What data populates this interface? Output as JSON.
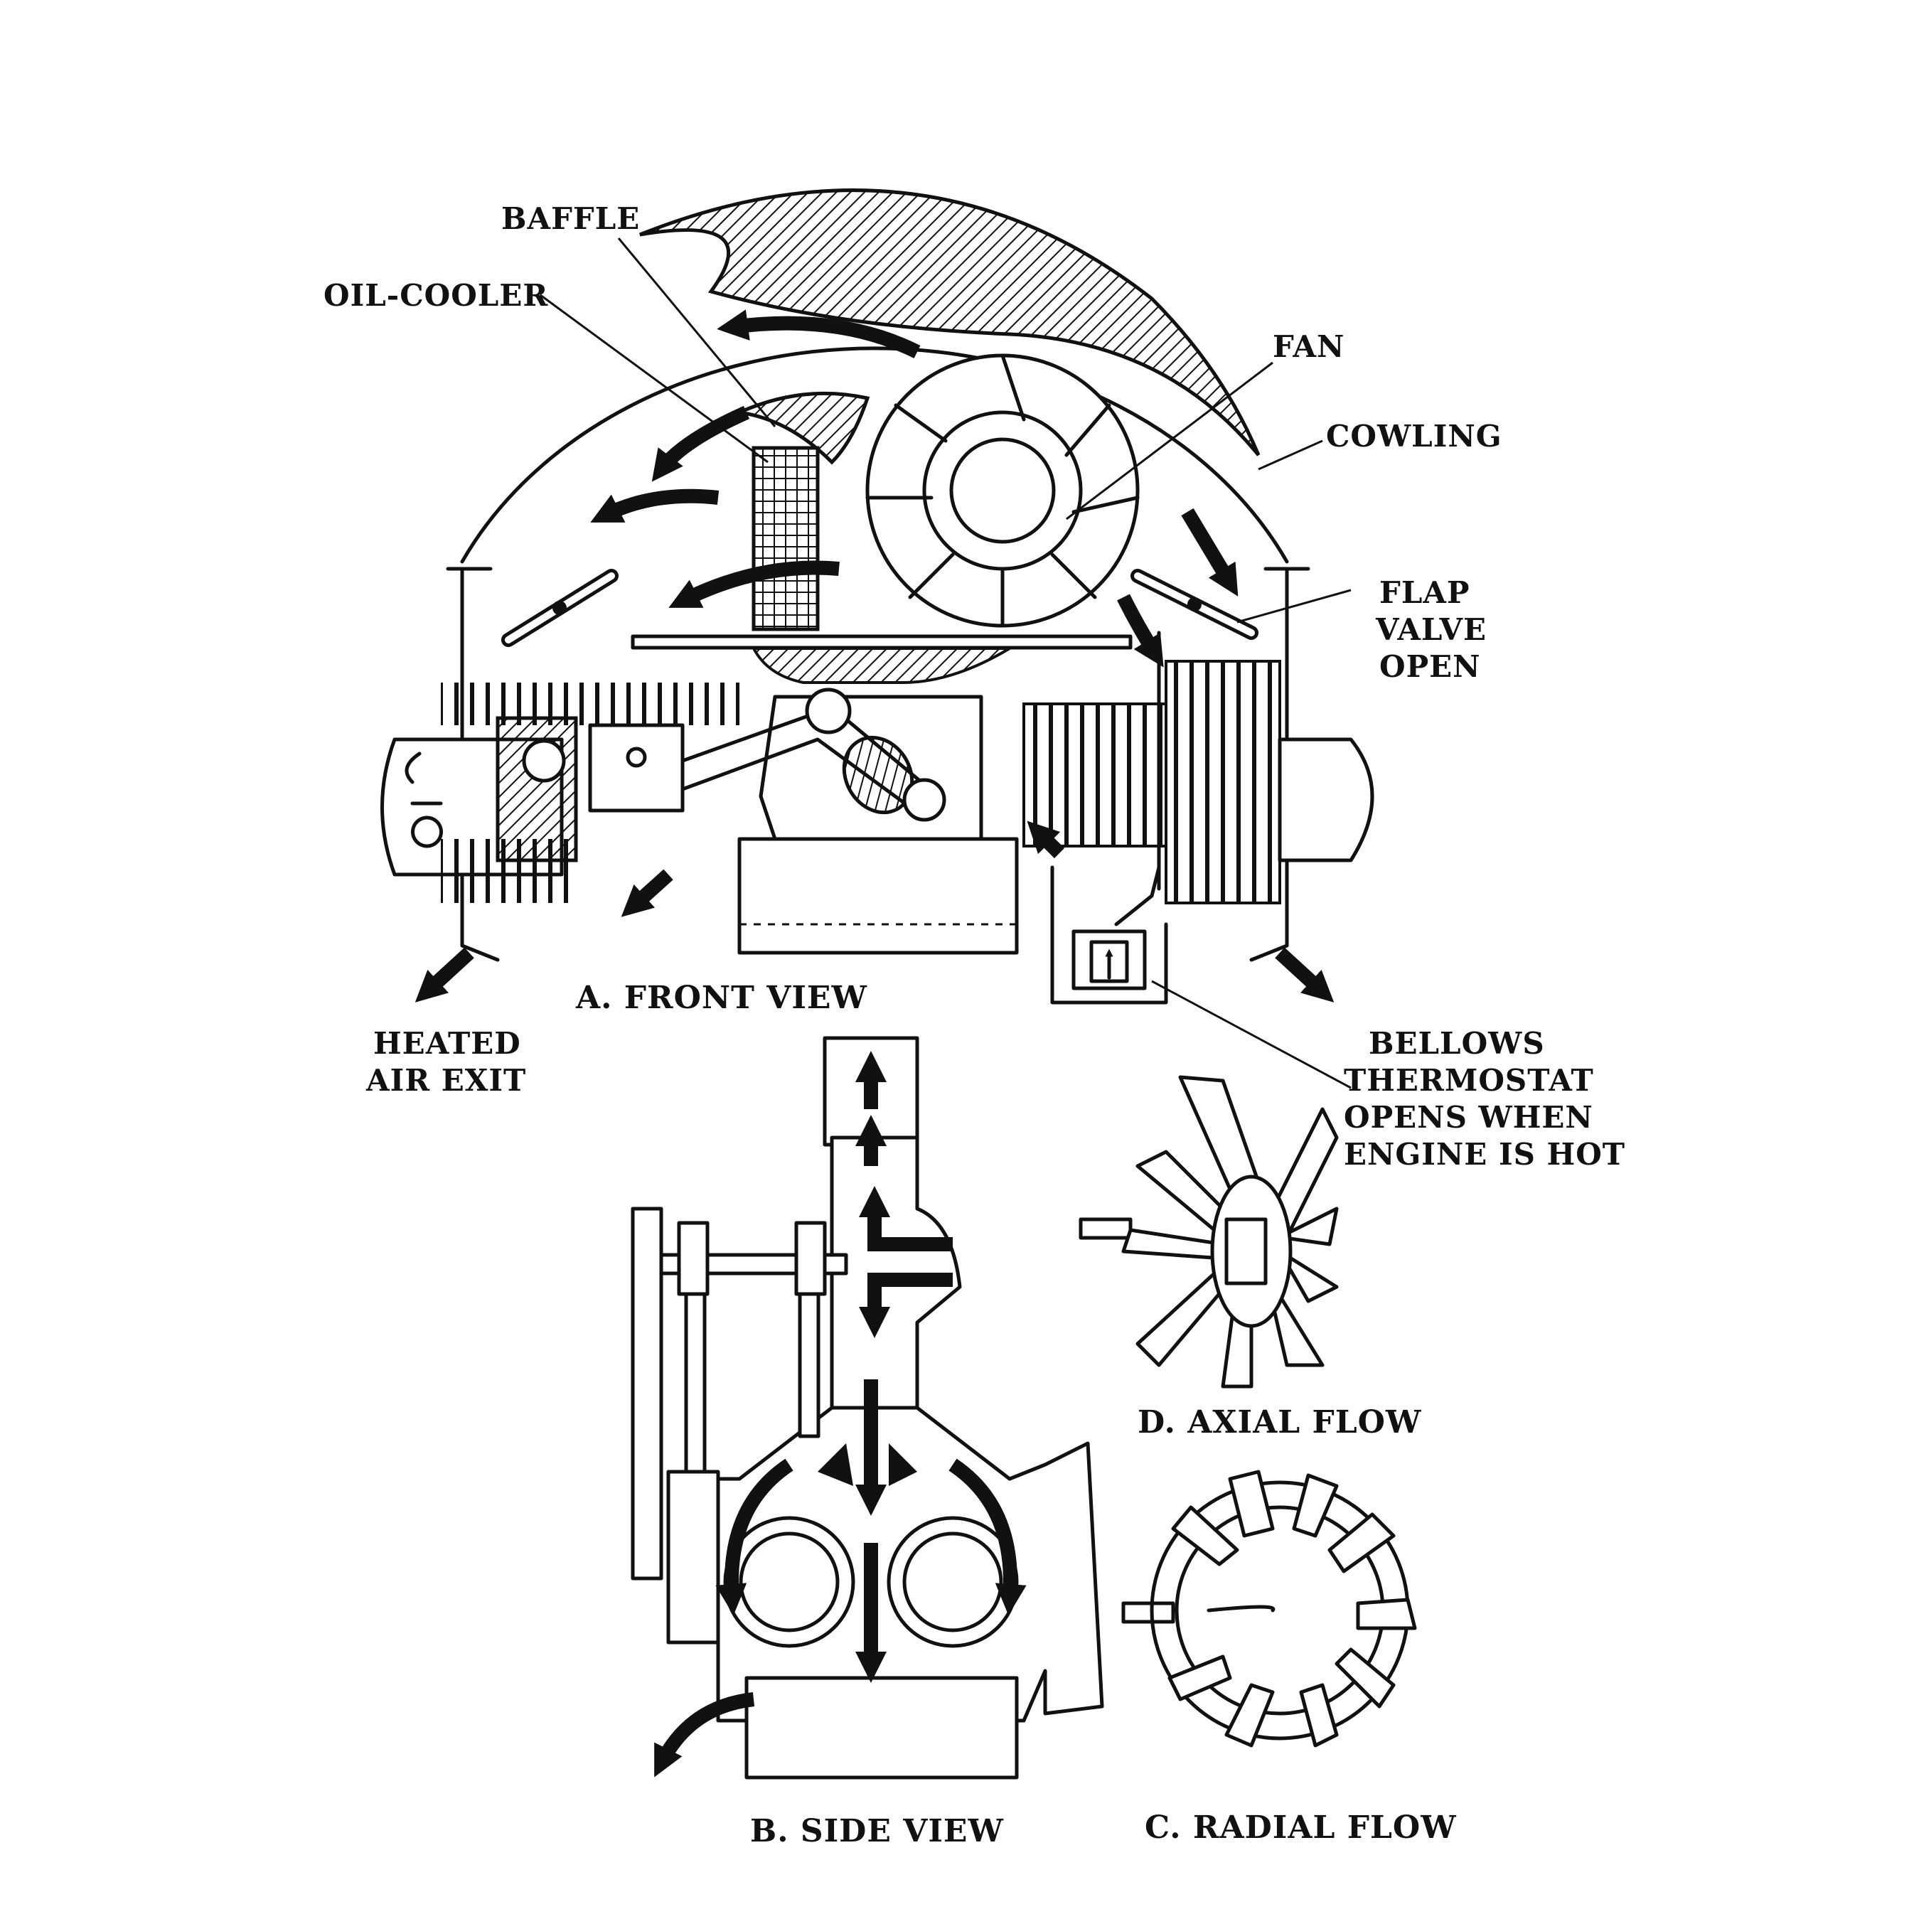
{
  "labels": {
    "baffle": "BAFFLE",
    "oil_cooler": "OIL-COOLER",
    "fan": "FAN",
    "cowling": "COWLING",
    "flap_valve_line1": "FLAP",
    "flap_valve_line2": "VALVE",
    "flap_valve_line3": "OPEN",
    "heated_air_line1": "HEATED",
    "heated_air_line2": "AIR EXIT",
    "bellows_line1": "BELLOWS",
    "bellows_line2": "THERMOSTAT",
    "bellows_line3": "OPENS WHEN",
    "bellows_line4": "ENGINE IS HOT"
  },
  "captions": {
    "front_view": "A. FRONT VIEW",
    "side_view": "B. SIDE VIEW",
    "axial_flow": "D. AXIAL FLOW",
    "radial_flow": "C. RADIAL FLOW"
  },
  "colors": {
    "ink": "#111111",
    "paper": "#ffffff"
  }
}
